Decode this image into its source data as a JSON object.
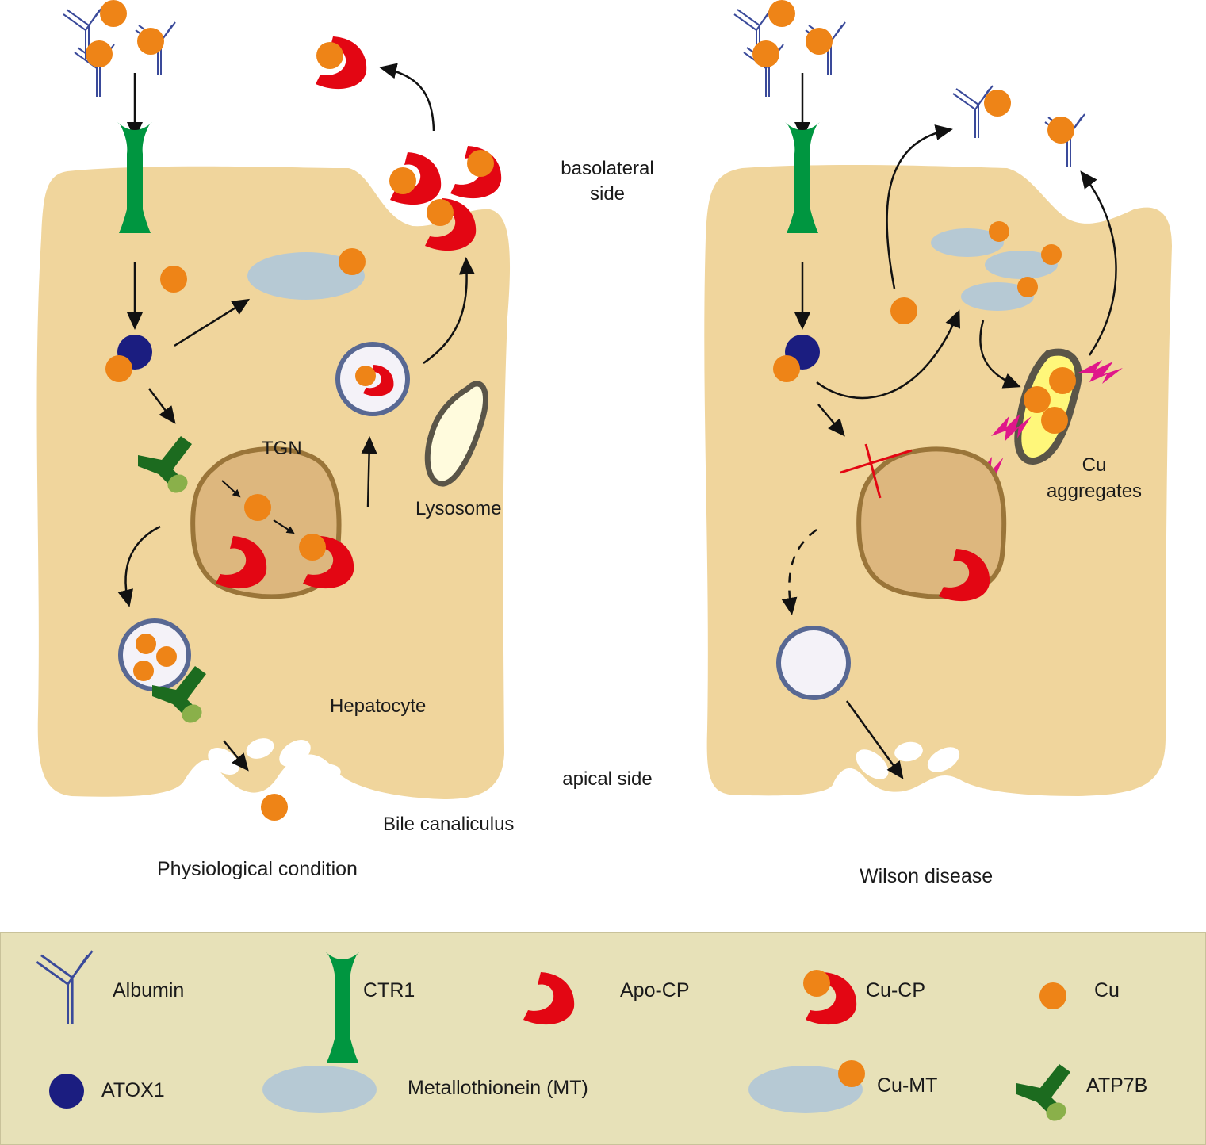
{
  "labels": {
    "basolateral_line1": "basolateral",
    "basolateral_line2": "side",
    "apical": "apical side",
    "tgn": "TGN",
    "lysosome": "Lysosome",
    "hepatocyte": "Hepatocyte",
    "bile": "Bile canaliculus",
    "cu_agg_line1": "Cu",
    "cu_agg_line2": "aggregates"
  },
  "panels": {
    "left_caption": "Physiological condition",
    "right_caption": "Wilson disease"
  },
  "legend": {
    "albumin": "Albumin",
    "ctr1": "CTR1",
    "apo_cp": "Apo-CP",
    "cu_cp": "Cu-CP",
    "cu": "Cu",
    "atox1": "ATOX1",
    "mt": "Metallothionein (MT)",
    "cu_mt": "Cu-MT",
    "atp7b": "ATP7B"
  },
  "colors": {
    "cell": "#f0d59c",
    "nucleus": "#ddb77e",
    "nucleus_border": "#9a7539",
    "copper": "#ee8417",
    "ceruloplasmin": "#e30613",
    "atox1": "#1b1d80",
    "metallothionein": "#b6c9d4",
    "ctr1": "#009640",
    "atp7b": "#1c6b1f",
    "atp7b_tip": "#8ab04a",
    "albumin": "#3a4a9a",
    "vesicle_border": "#586893",
    "lysosome_fill": "#fffbdd",
    "lysosome_border": "#5a5548",
    "aggregate_fill": "#fff77a",
    "damage": "#e0168a",
    "legend_bg": "#e7e1b8"
  }
}
